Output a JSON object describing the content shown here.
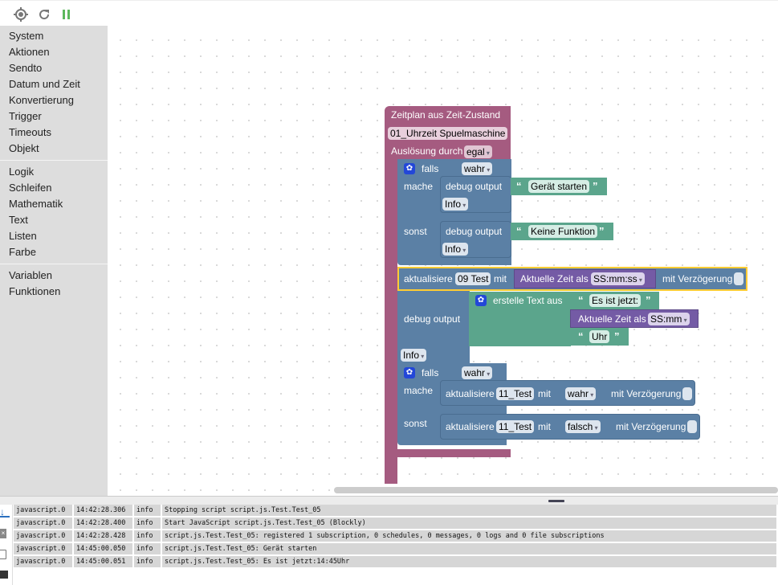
{
  "toolbar": {
    "icons": [
      "target-icon",
      "refresh-icon",
      "pause-icon"
    ],
    "pause_color": "#5cb85c"
  },
  "sidebar": {
    "groups": [
      [
        "System",
        "Aktionen",
        "Sendto",
        "Datum und Zeit",
        "Konvertierung",
        "Trigger",
        "Timeouts",
        "Objekt"
      ],
      [
        "Logik",
        "Schleifen",
        "Mathematik",
        "Text",
        "Listen",
        "Farbe"
      ],
      [
        "Variablen",
        "Funktionen"
      ]
    ]
  },
  "blocks": {
    "colors": {
      "schedule": "#a55b80",
      "logic": "#5b80a5",
      "text": "#5ba58c",
      "time": "#745ba5",
      "selected": "#fc3"
    },
    "schedule": {
      "title": "Zeitplan aus Zeit-Zustand",
      "object": "01_Uhrzeit Spuelmaschine",
      "trigger_label": "Auslösung durch",
      "trigger_value": "egal"
    },
    "if1": {
      "if_label": "falls",
      "condition": "wahr",
      "do_label": "mache",
      "else_label": "sonst",
      "do_debug": {
        "label": "debug output",
        "text": "Gerät starten",
        "level": "Info"
      },
      "else_debug": {
        "label": "debug output",
        "text": "Keine Funktion",
        "level": "Info"
      }
    },
    "update1": {
      "label": "aktualisiere",
      "object": "09 Test",
      "with": "mit",
      "time_label": "Aktuelle Zeit als",
      "time_format": "SS:mm:ss",
      "delay_label": "mit Verzögerung"
    },
    "debug2": {
      "label": "debug output",
      "level": "Info",
      "join_label": "erstelle Text aus",
      "text1": "Es ist jetzt:",
      "time_label": "Aktuelle Zeit als",
      "time_format": "SS:mm",
      "text2": "Uhr"
    },
    "if2": {
      "if_label": "falls",
      "condition": "wahr",
      "do_label": "mache",
      "else_label": "sonst",
      "do_update": {
        "label": "aktualisiere",
        "object": "11_Test",
        "with": "mit",
        "value": "wahr",
        "delay_label": "mit Verzögerung"
      },
      "else_update": {
        "label": "aktualisiere",
        "object": "11_Test",
        "with": "mit",
        "value": "falsch",
        "delay_label": "mit Verzögerung"
      }
    }
  },
  "log": {
    "side_icons": [
      "scroll-down-icon",
      "clear-log-icon",
      "copy-icon",
      "list-icon"
    ],
    "rows": [
      {
        "source": "javascript.0",
        "time": "14:42:28.306",
        "level": "info",
        "message": "Stopping script script.js.Test.Test_05"
      },
      {
        "source": "javascript.0",
        "time": "14:42:28.400",
        "level": "info",
        "message": "Start JavaScript script.js.Test.Test_05 (Blockly)"
      },
      {
        "source": "javascript.0",
        "time": "14:42:28.428",
        "level": "info",
        "message": "script.js.Test.Test_05: registered 1 subscription, 0 schedules, 0 messages, 0 logs and 0 file subscriptions"
      },
      {
        "source": "javascript.0",
        "time": "14:45:00.050",
        "level": "info",
        "message": "script.js.Test.Test_05: Gerät starten"
      },
      {
        "source": "javascript.0",
        "time": "14:45:00.051",
        "level": "info",
        "message": "script.js.Test.Test_05: Es ist jetzt:14:45Uhr"
      }
    ]
  }
}
